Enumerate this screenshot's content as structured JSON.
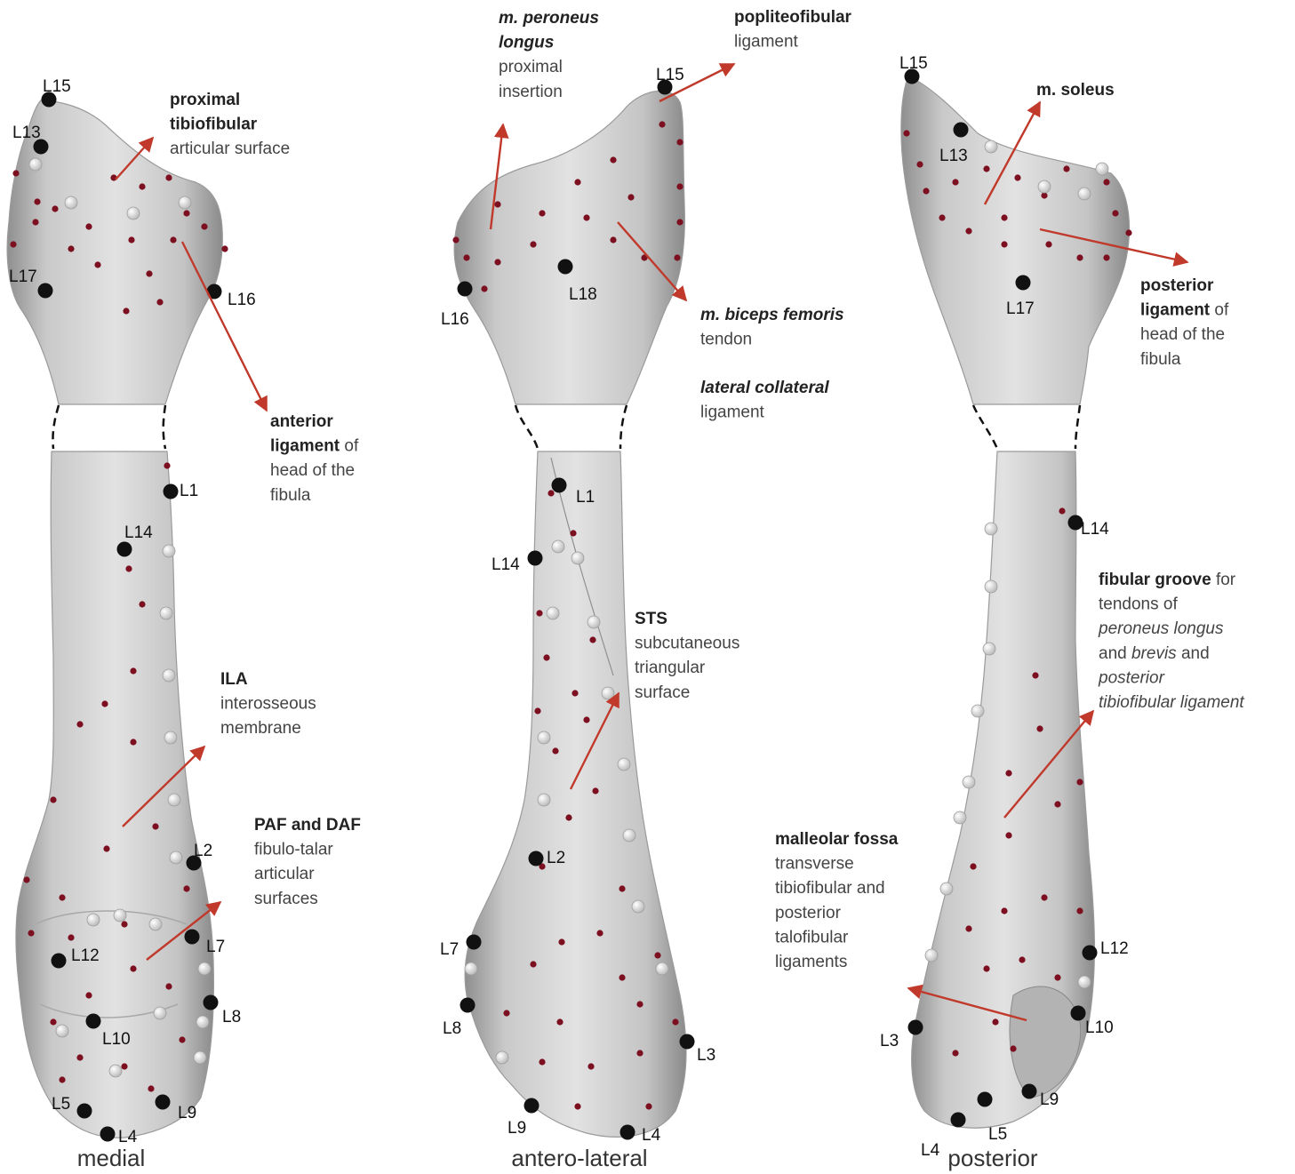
{
  "colors": {
    "arrow": "#c0392b",
    "semilandmark": "#7d1020",
    "landmark": "#111111",
    "sliding_semilandmark": "#f0f0f0",
    "bone": "#bfbfbf"
  },
  "views": [
    {
      "id": "medial",
      "label": "medial",
      "landmarks": [
        "L15",
        "L13",
        "L17",
        "L16",
        "L1",
        "L14",
        "L2",
        "L7",
        "L12",
        "L8",
        "L10",
        "L5",
        "L9",
        "L4"
      ],
      "annotations": [
        {
          "lines": [
            [
              {
                "t": "proximal",
                "s": "b"
              }
            ],
            [
              {
                "t": "tibiofibular",
                "s": "b"
              }
            ],
            [
              {
                "t": "articular surface",
                "s": ""
              }
            ]
          ]
        },
        {
          "lines": [
            [
              {
                "t": "anterior",
                "s": "b"
              }
            ],
            [
              {
                "t": "ligament",
                "s": "b"
              },
              {
                "t": " of",
                "s": ""
              }
            ],
            [
              {
                "t": "head of the",
                "s": ""
              }
            ],
            [
              {
                "t": "fibula",
                "s": ""
              }
            ]
          ]
        },
        {
          "lines": [
            [
              {
                "t": "ILA",
                "s": "b"
              }
            ],
            [
              {
                "t": "interosseous",
                "s": ""
              }
            ],
            [
              {
                "t": "membrane",
                "s": ""
              }
            ]
          ]
        },
        {
          "lines": [
            [
              {
                "t": "PAF and DAF",
                "s": "b"
              }
            ],
            [
              {
                "t": "fibulo-talar",
                "s": ""
              }
            ],
            [
              {
                "t": "articular",
                "s": ""
              }
            ],
            [
              {
                "t": "surfaces",
                "s": ""
              }
            ]
          ]
        }
      ]
    },
    {
      "id": "antero-lateral",
      "label": "antero-lateral",
      "landmarks": [
        "L15",
        "L16",
        "L18",
        "L1",
        "L14",
        "L2",
        "L7",
        "L8",
        "L3",
        "L9",
        "L4"
      ],
      "annotations": [
        {
          "lines": [
            [
              {
                "t": "m. peroneus",
                "s": "bi"
              }
            ],
            [
              {
                "t": "longus",
                "s": "bi"
              }
            ],
            [
              {
                "t": "proximal",
                "s": ""
              }
            ],
            [
              {
                "t": "insertion",
                "s": ""
              }
            ]
          ]
        },
        {
          "lines": [
            [
              {
                "t": "popliteofibular",
                "s": "b"
              }
            ],
            [
              {
                "t": "ligament",
                "s": ""
              }
            ]
          ]
        },
        {
          "lines": [
            [
              {
                "t": "m. biceps femoris",
                "s": "bi"
              }
            ],
            [
              {
                "t": "tendon",
                "s": ""
              }
            ]
          ]
        },
        {
          "lines": [
            [
              {
                "t": "lateral collateral",
                "s": "bi"
              }
            ],
            [
              {
                "t": "ligament",
                "s": ""
              }
            ]
          ]
        },
        {
          "lines": [
            [
              {
                "t": "STS",
                "s": "b"
              }
            ],
            [
              {
                "t": "subcutaneous",
                "s": ""
              }
            ],
            [
              {
                "t": "triangular",
                "s": ""
              }
            ],
            [
              {
                "t": "surface",
                "s": ""
              }
            ]
          ]
        }
      ]
    },
    {
      "id": "posterior",
      "label": "posterior",
      "landmarks": [
        "L15",
        "L13",
        "L17",
        "L14",
        "L12",
        "L10",
        "L3",
        "L9",
        "L4",
        "L5"
      ],
      "annotations": [
        {
          "lines": [
            [
              {
                "t": "m. soleus",
                "s": "b"
              }
            ]
          ]
        },
        {
          "lines": [
            [
              {
                "t": "posterior",
                "s": "b"
              }
            ],
            [
              {
                "t": "ligament",
                "s": "b"
              },
              {
                "t": " of",
                "s": ""
              }
            ],
            [
              {
                "t": "head of the",
                "s": ""
              }
            ],
            [
              {
                "t": "fibula",
                "s": ""
              }
            ]
          ]
        },
        {
          "lines": [
            [
              {
                "t": "fibular groove",
                "s": "b"
              },
              {
                "t": " for",
                "s": ""
              }
            ],
            [
              {
                "t": "tendons of",
                "s": ""
              }
            ],
            [
              {
                "t": "peroneus longus",
                "s": "i"
              }
            ],
            [
              {
                "t": "and ",
                "s": ""
              },
              {
                "t": "brevis",
                "s": "i"
              },
              {
                "t": " and",
                "s": ""
              }
            ],
            [
              {
                "t": "posterior",
                "s": "i"
              }
            ],
            [
              {
                "t": "tibiofibular ligament",
                "s": "i"
              }
            ]
          ]
        },
        {
          "lines": [
            [
              {
                "t": "malleolar fossa",
                "s": "b"
              }
            ],
            [
              {
                "t": "transverse",
                "s": ""
              }
            ],
            [
              {
                "t": "tibiofibular and",
                "s": ""
              }
            ],
            [
              {
                "t": "posterior",
                "s": ""
              }
            ],
            [
              {
                "t": "talofibular",
                "s": ""
              }
            ],
            [
              {
                "t": "ligaments",
                "s": ""
              }
            ]
          ]
        }
      ]
    }
  ]
}
